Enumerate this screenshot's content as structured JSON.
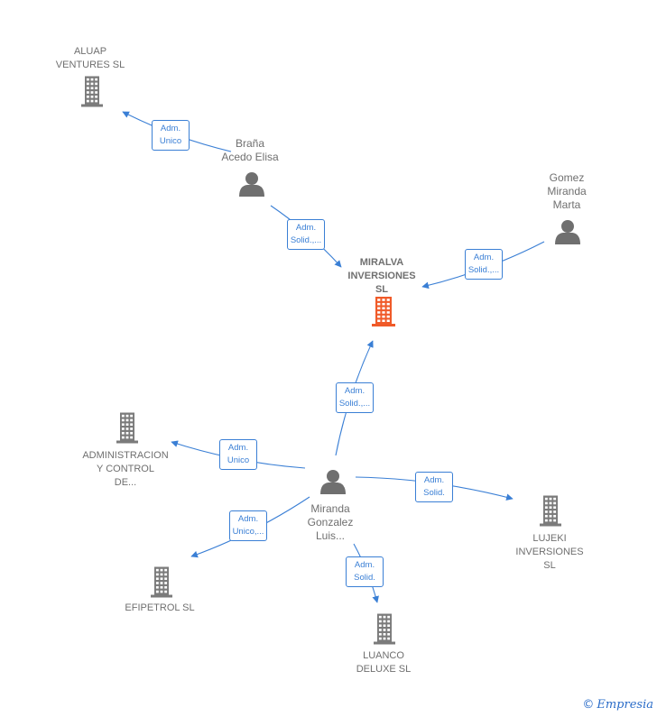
{
  "colors": {
    "edge": "#3a7fd5",
    "company_icon": "#7b7b7b",
    "focus_icon": "#f05a28",
    "person_icon": "#6f6f6f",
    "label": "#6f6f6f"
  },
  "nodes": [
    {
      "id": "miralva",
      "type": "company",
      "focus": true,
      "label": "MIRALVA\nINVERSIONES\nSL",
      "icon": "building-icon"
    },
    {
      "id": "aluap",
      "type": "company",
      "label": "ALUAP\nVENTURES SL",
      "icon": "building-icon"
    },
    {
      "id": "brana",
      "type": "person",
      "label": "Braña\nAcedo Elisa",
      "icon": "person-icon"
    },
    {
      "id": "gomez",
      "type": "person",
      "label": "Gomez\nMiranda\nMarta",
      "icon": "person-icon"
    },
    {
      "id": "miranda",
      "type": "person",
      "label": "Miranda\nGonzalez\nLuis...",
      "icon": "person-icon"
    },
    {
      "id": "admin",
      "type": "company",
      "label": "ADMINISTRACION\nY CONTROL\nDE...",
      "icon": "building-icon"
    },
    {
      "id": "lujeki",
      "type": "company",
      "label": "LUJEKI\nINVERSIONES\nSL",
      "icon": "building-icon"
    },
    {
      "id": "efipetrol",
      "type": "company",
      "label": "EFIPETROL SL",
      "icon": "building-icon"
    },
    {
      "id": "luanco",
      "type": "company",
      "label": "LUANCO\nDELUXE SL",
      "icon": "building-icon"
    }
  ],
  "edges": [
    {
      "from": "brana",
      "to": "aluap",
      "label": "Adm.\nUnico"
    },
    {
      "from": "brana",
      "to": "miralva",
      "label": "Adm.\nSolid.,..."
    },
    {
      "from": "gomez",
      "to": "miralva",
      "label": "Adm.\nSolid.,..."
    },
    {
      "from": "miranda",
      "to": "miralva",
      "label": "Adm.\nSolid.,..."
    },
    {
      "from": "miranda",
      "to": "admin",
      "label": "Adm.\nUnico"
    },
    {
      "from": "miranda",
      "to": "lujeki",
      "label": "Adm.\nSolid."
    },
    {
      "from": "miranda",
      "to": "efipetrol",
      "label": "Adm.\nUnico,..."
    },
    {
      "from": "miranda",
      "to": "luanco",
      "label": "Adm.\nSolid."
    }
  ],
  "watermark": {
    "symbol": "©",
    "text": "Empresia"
  }
}
